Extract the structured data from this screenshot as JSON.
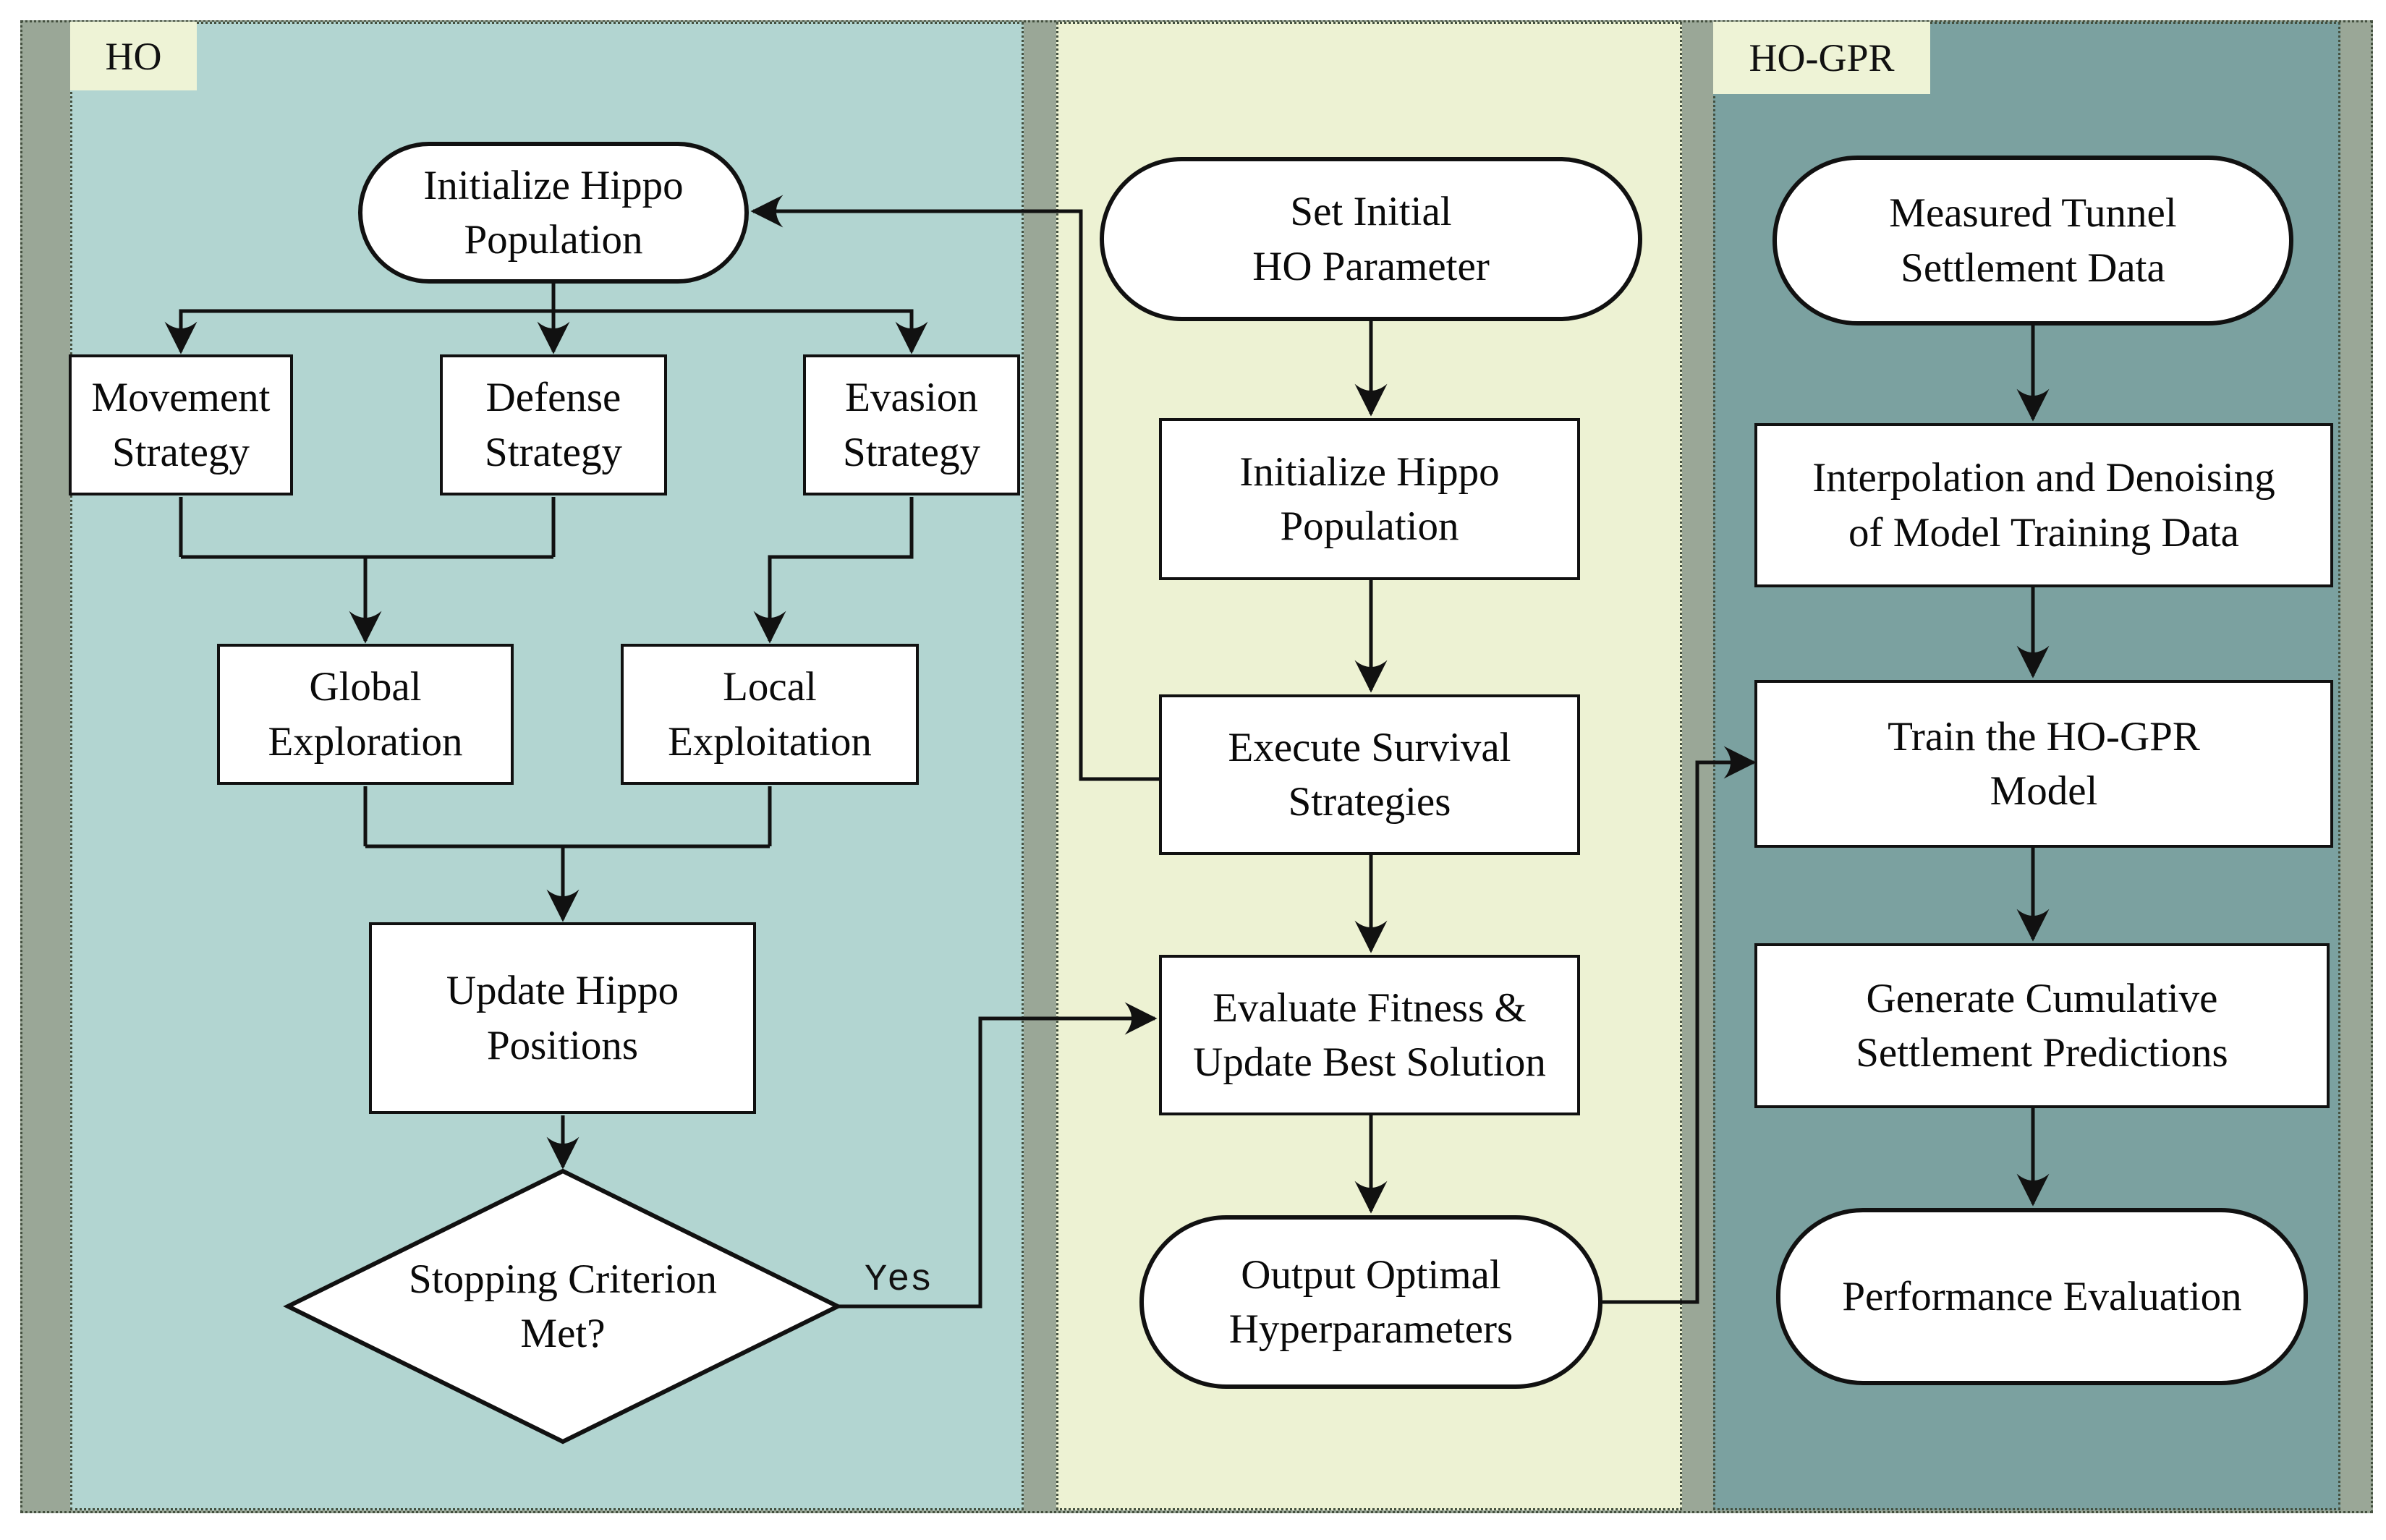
{
  "figure": {
    "type": "flowchart",
    "description": "Three-panel flowchart of the HO (Hippopotamus Optimization) algorithm and the HO-GPR tunnel settlement prediction model"
  },
  "colors": {
    "ho_panel_background": "#b2d5d1",
    "middle_panel_background": "#edf2d3",
    "ho_gpr_panel_background": "#7ba1a0",
    "gap_strip_background": "#9aa797",
    "tag_background": "#eef3d6",
    "node_fill": "#ffffff",
    "line_color": "#111111"
  },
  "panels": {
    "ho": {
      "tag": "HO",
      "nodes": {
        "init_population": "Initialize Hippo\nPopulation",
        "movement_strategy": "Movement\nStrategy",
        "defense_strategy": "Defense\nStrategy",
        "evasion_strategy": "Evasion\nStrategy",
        "global_exploration": "Global\nExploration",
        "local_exploitation": "Local\nExploitation",
        "update_positions": "Update Hippo\nPositions",
        "stopping_criterion": "Stopping Criterion\nMet?"
      }
    },
    "middle": {
      "nodes": {
        "set_initial": "Set Initial\nHO Parameter",
        "init_population": "Initialize Hippo\nPopulation",
        "execute_survival": "Execute Survival\nStrategies",
        "evaluate_fitness": "Evaluate Fitness &\nUpdate Best Solution",
        "output_optimal": "Output Optimal\nHyperparameters"
      }
    },
    "ho_gpr": {
      "tag": "HO-GPR",
      "nodes": {
        "measured_data": "Measured Tunnel\nSettlement Data",
        "interpolation": "Interpolation and Denoising\nof Model Training Data",
        "train_model": "Train the HO-GPR\nModel",
        "generate_predictions": "Generate Cumulative\nSettlement Predictions",
        "performance_evaluation": "Performance Evaluation"
      }
    }
  },
  "edges": {
    "yes_label": "Yes"
  }
}
